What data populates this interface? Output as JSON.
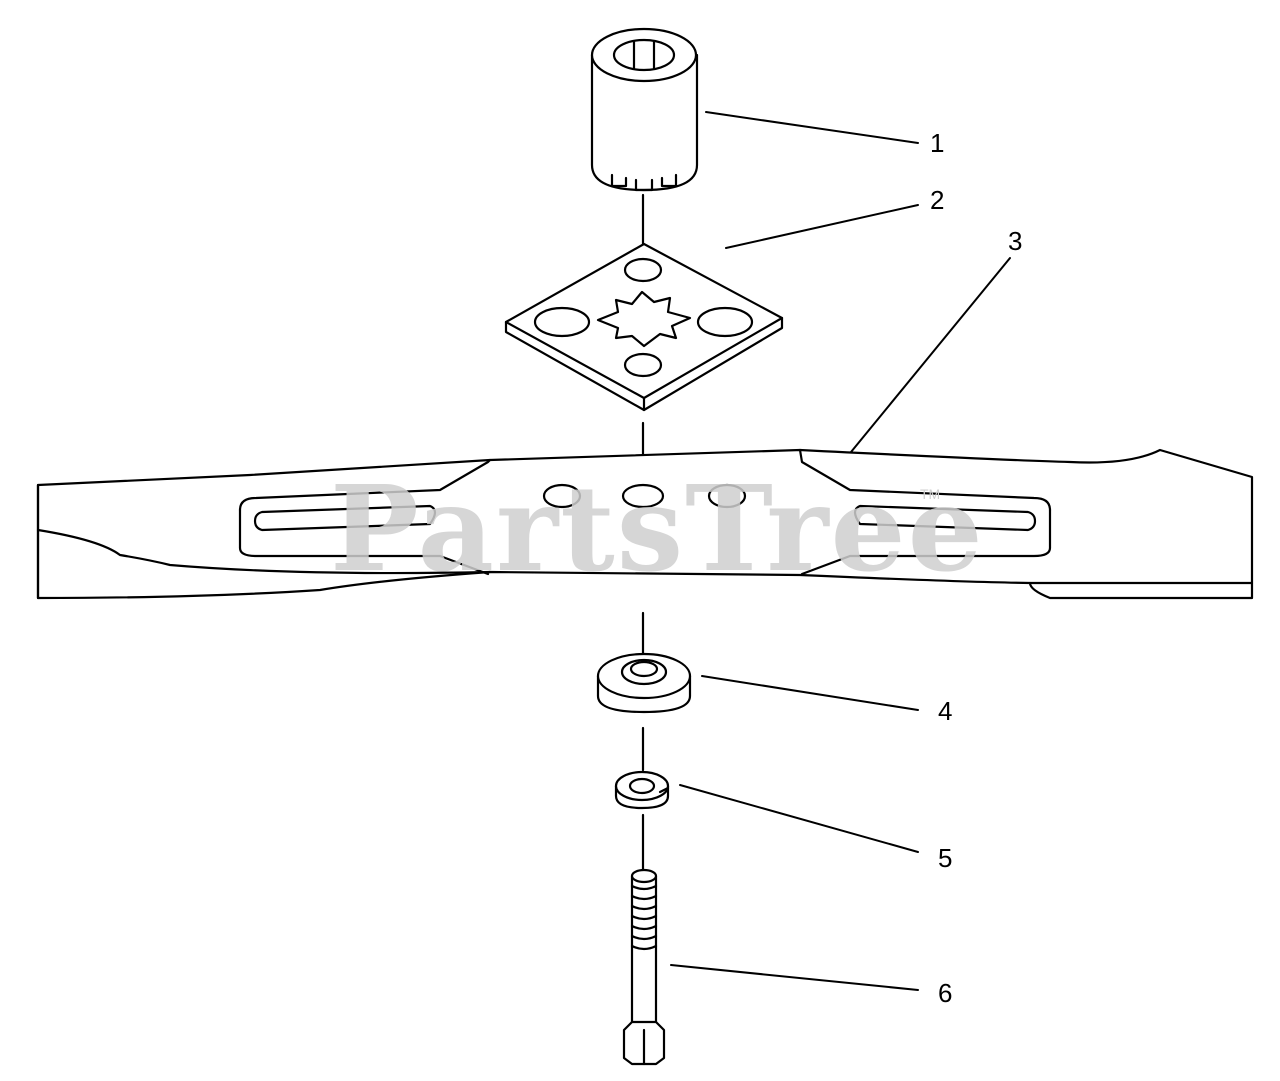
{
  "diagram": {
    "callouts": [
      {
        "id": "1",
        "label": "1"
      },
      {
        "id": "2",
        "label": "2"
      },
      {
        "id": "3",
        "label": "3"
      },
      {
        "id": "4",
        "label": "4"
      },
      {
        "id": "5",
        "label": "5"
      },
      {
        "id": "6",
        "label": "6"
      }
    ],
    "watermark": {
      "text": "PartsTree",
      "mark": "TM"
    }
  }
}
